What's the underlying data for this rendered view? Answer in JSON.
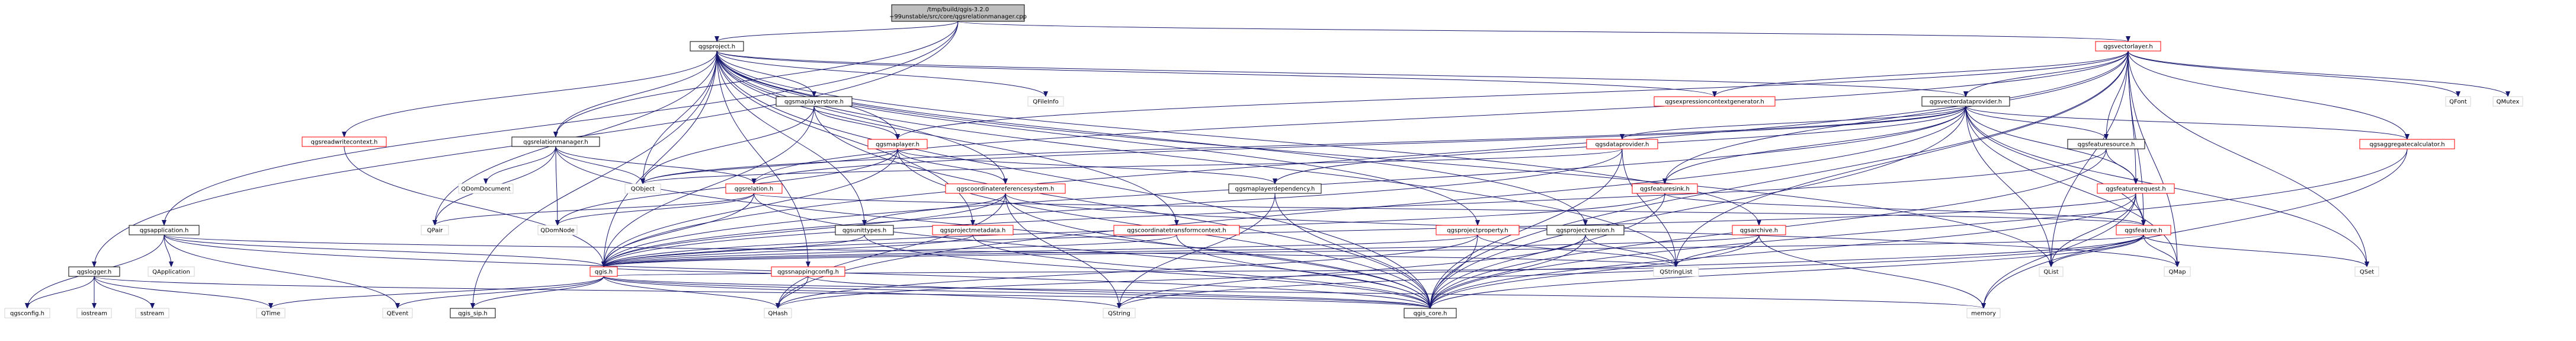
{
  "diagram": {
    "title": "",
    "colors": {
      "edge": "#191970",
      "root_fill": "#bfbfbf",
      "root_border": "#000000",
      "doc_border": "#ff0000",
      "doc_fill": "#ffffff",
      "file_border": "#000000",
      "external_border": "#d3d3d3",
      "text": "#000000"
    },
    "nodes": [
      {
        "id": "root",
        "kind": "root",
        "lines": [
          "/tmp/build/qgis-3.2.0",
          "+99unstable/src/core/qgsrelationmanager.cpp"
        ]
      },
      {
        "id": "qgsproject_h",
        "kind": "file",
        "lines": [
          "qgsproject.h"
        ]
      },
      {
        "id": "qgsvectorlayer_h",
        "kind": "doc",
        "lines": [
          "qgsvectorlayer.h"
        ]
      },
      {
        "id": "qgsrelationmanager_h",
        "kind": "file",
        "lines": [
          "qgsrelationmanager.h"
        ]
      },
      {
        "id": "qgsapplication_h",
        "kind": "file",
        "lines": [
          "qgsapplication.h"
        ]
      },
      {
        "id": "qgslogger_h",
        "kind": "file",
        "lines": [
          "qgslogger.h"
        ]
      },
      {
        "id": "qgsreadwritecontext_h",
        "kind": "doc",
        "lines": [
          "qgsreadwritecontext.h"
        ]
      },
      {
        "id": "qgsmaplayerstore_h",
        "kind": "file",
        "lines": [
          "qgsmaplayerstore.h"
        ]
      },
      {
        "id": "qfileinfo",
        "kind": "external",
        "lines": [
          "QFileInfo"
        ]
      },
      {
        "id": "qgsexpressioncontextgenerator_h",
        "kind": "doc",
        "lines": [
          "qgsexpressioncontextgenerator.h"
        ]
      },
      {
        "id": "qgsvectordataprovider_h",
        "kind": "file",
        "lines": [
          "qgsvectordataprovider.h"
        ]
      },
      {
        "id": "qfont",
        "kind": "external",
        "lines": [
          "QFont"
        ]
      },
      {
        "id": "qmutex",
        "kind": "external",
        "lines": [
          "QMutex"
        ]
      },
      {
        "id": "qgsmaplayer_h",
        "kind": "doc",
        "lines": [
          "qgsmaplayer.h"
        ]
      },
      {
        "id": "qgsdataprovider_h",
        "kind": "doc",
        "lines": [
          "qgsdataprovider.h"
        ]
      },
      {
        "id": "qgsfeaturesource_h",
        "kind": "file",
        "lines": [
          "qgsfeaturesource.h"
        ]
      },
      {
        "id": "qgsaggregatecalculator_h",
        "kind": "doc",
        "lines": [
          "qgsaggregatecalculator.h"
        ]
      },
      {
        "id": "qgsrelation_h",
        "kind": "doc",
        "lines": [
          "qgsrelation.h"
        ]
      },
      {
        "id": "qgscoordinatereferencesystem_h",
        "kind": "doc",
        "lines": [
          "qgscoordinatereferencesystem.h"
        ]
      },
      {
        "id": "qgsmaplayerdependency_h",
        "kind": "file",
        "lines": [
          "qgsmaplayerdependency.h"
        ]
      },
      {
        "id": "qgsfeaturesink_h",
        "kind": "doc",
        "lines": [
          "qgsfeaturesink.h"
        ]
      },
      {
        "id": "qgsfeaturerequest_h",
        "kind": "doc",
        "lines": [
          "qgsfeaturerequest.h"
        ]
      },
      {
        "id": "qdomdocument",
        "kind": "external",
        "lines": [
          "QDomDocument"
        ]
      },
      {
        "id": "qobject",
        "kind": "external",
        "lines": [
          "QObject"
        ]
      },
      {
        "id": "qpair",
        "kind": "external",
        "lines": [
          "QPair"
        ]
      },
      {
        "id": "qdomnode",
        "kind": "external",
        "lines": [
          "QDomNode"
        ]
      },
      {
        "id": "qgsunittypes_h",
        "kind": "file",
        "lines": [
          "qgsunittypes.h"
        ]
      },
      {
        "id": "qgsprojectmetadata_h",
        "kind": "doc",
        "lines": [
          "qgsprojectmetadata.h"
        ]
      },
      {
        "id": "qgscoordinatetransformcontext_h",
        "kind": "doc",
        "lines": [
          "qgscoordinatetransformcontext.h"
        ]
      },
      {
        "id": "qgsprojectproperty_h",
        "kind": "doc",
        "lines": [
          "qgsprojectproperty.h"
        ]
      },
      {
        "id": "qgsprojectversion_h",
        "kind": "file",
        "lines": [
          "qgsprojectversion.h"
        ]
      },
      {
        "id": "qgsarchive_h",
        "kind": "doc",
        "lines": [
          "qgsarchive.h"
        ]
      },
      {
        "id": "qgsfeature_h",
        "kind": "doc",
        "lines": [
          "qgsfeature.h"
        ]
      },
      {
        "id": "qapplication",
        "kind": "external",
        "lines": [
          "QApplication"
        ]
      },
      {
        "id": "qgis_h",
        "kind": "doc",
        "lines": [
          "qgis.h"
        ]
      },
      {
        "id": "qgssnappingconfig_h",
        "kind": "doc",
        "lines": [
          "qgssnappingconfig.h"
        ]
      },
      {
        "id": "qstringlist",
        "kind": "external",
        "lines": [
          "QStringList"
        ]
      },
      {
        "id": "qlist",
        "kind": "external",
        "lines": [
          "QList"
        ]
      },
      {
        "id": "qmap",
        "kind": "external",
        "lines": [
          "QMap"
        ]
      },
      {
        "id": "qset",
        "kind": "external",
        "lines": [
          "QSet"
        ]
      },
      {
        "id": "qgsconfig_h",
        "kind": "external",
        "lines": [
          "qgsconfig.h"
        ]
      },
      {
        "id": "iostream",
        "kind": "external",
        "lines": [
          "iostream"
        ]
      },
      {
        "id": "sstream",
        "kind": "external",
        "lines": [
          "sstream"
        ]
      },
      {
        "id": "qtime",
        "kind": "external",
        "lines": [
          "QTime"
        ]
      },
      {
        "id": "qevent",
        "kind": "external",
        "lines": [
          "QEvent"
        ]
      },
      {
        "id": "qgis_sip_h",
        "kind": "file",
        "lines": [
          "qgis_sip.h"
        ]
      },
      {
        "id": "qhash",
        "kind": "external",
        "lines": [
          "QHash"
        ]
      },
      {
        "id": "qstring",
        "kind": "external",
        "lines": [
          "QString"
        ]
      },
      {
        "id": "qgis_core_h",
        "kind": "file",
        "lines": [
          "qgis_core.h"
        ]
      },
      {
        "id": "memory",
        "kind": "external",
        "lines": [
          "memory"
        ]
      }
    ],
    "edges": [
      [
        "root",
        "qgsproject_h"
      ],
      [
        "root",
        "qgsvectorlayer_h"
      ],
      [
        "root",
        "qgsrelationmanager_h"
      ],
      [
        "root",
        "qgsapplication_h"
      ],
      [
        "root",
        "qgslogger_h"
      ],
      [
        "qgsproject_h",
        "qgsreadwritecontext_h"
      ],
      [
        "qgsproject_h",
        "qgsmaplayerstore_h"
      ],
      [
        "qgsproject_h",
        "qfileinfo"
      ],
      [
        "qgsproject_h",
        "qgsexpressioncontextgenerator_h"
      ],
      [
        "qgsproject_h",
        "qgsvectordataprovider_h"
      ],
      [
        "qgsproject_h",
        "qgsmaplayer_h"
      ],
      [
        "qgsproject_h",
        "qgsrelationmanager_h"
      ],
      [
        "qgsproject_h",
        "qgscoordinatereferencesystem_h"
      ],
      [
        "qgsproject_h",
        "qgsprojectmetadata_h"
      ],
      [
        "qgsproject_h",
        "qgscoordinatetransformcontext_h"
      ],
      [
        "qgsproject_h",
        "qgsprojectproperty_h"
      ],
      [
        "qgsproject_h",
        "qgsprojectversion_h"
      ],
      [
        "qgsproject_h",
        "qgsarchive_h"
      ],
      [
        "qgsproject_h",
        "qgssnappingconfig_h"
      ],
      [
        "qgsproject_h",
        "qgsunittypes_h"
      ],
      [
        "qgsproject_h",
        "qobject"
      ],
      [
        "qgsproject_h",
        "qpair"
      ],
      [
        "qgsproject_h",
        "qgis_h"
      ],
      [
        "qgsproject_h",
        "qstringlist"
      ],
      [
        "qgsproject_h",
        "qlist"
      ],
      [
        "qgsproject_h",
        "qgis_core_h"
      ],
      [
        "qgsproject_h",
        "qgis_sip_h"
      ],
      [
        "qgsvectorlayer_h",
        "qgsexpressioncontextgenerator_h"
      ],
      [
        "qgsvectorlayer_h",
        "qgsvectordataprovider_h"
      ],
      [
        "qgsvectorlayer_h",
        "qfont"
      ],
      [
        "qgsvectorlayer_h",
        "qmutex"
      ],
      [
        "qgsvectorlayer_h",
        "qgsmaplayer_h"
      ],
      [
        "qgsvectorlayer_h",
        "qgsfeaturesource_h"
      ],
      [
        "qgsvectorlayer_h",
        "qgsaggregatecalculator_h"
      ],
      [
        "qgsvectorlayer_h",
        "qgsfeaturerequest_h"
      ],
      [
        "qgsvectorlayer_h",
        "qgsfeature_h"
      ],
      [
        "qgsvectorlayer_h",
        "qgsrelation_h"
      ],
      [
        "qgsvectorlayer_h",
        "qgis_h"
      ],
      [
        "qgsvectorlayer_h",
        "qset"
      ],
      [
        "qgsvectorlayer_h",
        "qlist"
      ],
      [
        "qgsvectorlayer_h",
        "qmap"
      ],
      [
        "qgsvectorlayer_h",
        "qstringlist"
      ],
      [
        "qgsvectorlayer_h",
        "qgis_core_h"
      ],
      [
        "qgsvectorlayer_h",
        "qgsfeaturesink_h"
      ],
      [
        "qgsrelationmanager_h",
        "qdomdocument"
      ],
      [
        "qgsrelationmanager_h",
        "qobject"
      ],
      [
        "qgsrelationmanager_h",
        "qpair"
      ],
      [
        "qgsrelationmanager_h",
        "qdomnode"
      ],
      [
        "qgsrelationmanager_h",
        "qgsrelation_h"
      ],
      [
        "qgsrelationmanager_h",
        "qgis_core_h"
      ],
      [
        "qgsapplication_h",
        "qapplication"
      ],
      [
        "qgsapplication_h",
        "qevent"
      ],
      [
        "qgsapplication_h",
        "qstringlist"
      ],
      [
        "qgsapplication_h",
        "qgis_h"
      ],
      [
        "qgsapplication_h",
        "qgsconfig_h"
      ],
      [
        "qgsapplication_h",
        "qgis_core_h"
      ],
      [
        "qgslogger_h",
        "iostream"
      ],
      [
        "qgslogger_h",
        "sstream"
      ],
      [
        "qgslogger_h",
        "qtime"
      ],
      [
        "qgslogger_h",
        "qgsconfig_h"
      ],
      [
        "qgslogger_h",
        "qgis_core_h"
      ],
      [
        "qgsreadwritecontext_h",
        "qgis_h"
      ],
      [
        "qgsmaplayerstore_h",
        "qgsmaplayer_h"
      ],
      [
        "qgsmaplayerstore_h",
        "qobject"
      ],
      [
        "qgsmaplayerstore_h",
        "qgis_core_h"
      ],
      [
        "qgsmaplayerstore_h",
        "qgis_h"
      ],
      [
        "qgsvectordataprovider_h",
        "qgsdataprovider_h"
      ],
      [
        "qgsvectordataprovider_h",
        "qgsfeaturesource_h"
      ],
      [
        "qgsvectordataprovider_h",
        "qgsaggregatecalculator_h"
      ],
      [
        "qgsvectordataprovider_h",
        "qgsfeaturesink_h"
      ],
      [
        "qgsvectordataprovider_h",
        "qgsfeature_h"
      ],
      [
        "qgsvectordataprovider_h",
        "qgsmaplayerdependency_h"
      ],
      [
        "qgsvectordataprovider_h",
        "qgsrelation_h"
      ],
      [
        "qgsvectordataprovider_h",
        "qobject"
      ],
      [
        "qgsvectordataprovider_h",
        "qlist"
      ],
      [
        "qgsvectordataprovider_h",
        "qset"
      ],
      [
        "qgsvectordataprovider_h",
        "qmap"
      ],
      [
        "qgsvectordataprovider_h",
        "qhash"
      ],
      [
        "qgsvectordataprovider_h",
        "qgis_core_h"
      ],
      [
        "qgsvectordataprovider_h",
        "qgis_h"
      ],
      [
        "qgsvectordataprovider_h",
        "qgsfeaturerequest_h"
      ],
      [
        "qgsmaplayer_h",
        "qgscoordinatereferencesystem_h"
      ],
      [
        "qgsmaplayer_h",
        "qgsmaplayerdependency_h"
      ],
      [
        "qgsmaplayer_h",
        "qobject"
      ],
      [
        "qgsmaplayer_h",
        "qgis_core_h"
      ],
      [
        "qgsmaplayer_h",
        "qgis_h"
      ],
      [
        "qgsmaplayer_h",
        "qdomnode"
      ],
      [
        "qgsdataprovider_h",
        "qgis_core_h"
      ],
      [
        "qgsdataprovider_h",
        "qobject"
      ],
      [
        "qgsdataprovider_h",
        "qstringlist"
      ],
      [
        "qgsdataprovider_h",
        "qgis_h"
      ],
      [
        "qgsfeaturesource_h",
        "qgsfeaturerequest_h"
      ],
      [
        "qgsfeaturesource_h",
        "qgis_core_h"
      ],
      [
        "qgsfeaturesource_h",
        "qgis_h"
      ],
      [
        "qgsaggregatecalculator_h",
        "qgis_core_h"
      ],
      [
        "qgsaggregatecalculator_h",
        "memory"
      ],
      [
        "qgsrelation_h",
        "qgis_h"
      ],
      [
        "qgsrelation_h",
        "qdomnode"
      ],
      [
        "qgsrelation_h",
        "qpair"
      ],
      [
        "qgsrelation_h",
        "qgis_core_h"
      ],
      [
        "qgsrelation_h",
        "qgsfeature_h"
      ],
      [
        "qgscoordinatereferencesystem_h",
        "qgsunittypes_h"
      ],
      [
        "qgscoordinatereferencesystem_h",
        "qgis_h"
      ],
      [
        "qgscoordinatereferencesystem_h",
        "qhash"
      ],
      [
        "qgscoordinatereferencesystem_h",
        "qstring"
      ],
      [
        "qgscoordinatereferencesystem_h",
        "qgis_core_h"
      ],
      [
        "qgscoordinatereferencesystem_h",
        "qmap"
      ],
      [
        "qgsmaplayerdependency_h",
        "qgis_core_h"
      ],
      [
        "qgsmaplayerdependency_h",
        "qstring"
      ],
      [
        "qgsfeaturesink_h",
        "qgsfeature_h"
      ],
      [
        "qgsfeaturesink_h",
        "qgis_core_h"
      ],
      [
        "qgsfeaturesink_h",
        "qgis_h"
      ],
      [
        "qgsfeaturerequest_h",
        "qgsfeature_h"
      ],
      [
        "qgsfeaturerequest_h",
        "qlist"
      ],
      [
        "qgsfeaturerequest_h",
        "qgis_core_h"
      ],
      [
        "qgsfeaturerequest_h",
        "qgis_h"
      ],
      [
        "qgsfeaturerequest_h",
        "memory"
      ],
      [
        "qgsunittypes_h",
        "qgis_h"
      ],
      [
        "qgsunittypes_h",
        "qgis_core_h"
      ],
      [
        "qgsprojectmetadata_h",
        "qgis_h"
      ],
      [
        "qgsprojectmetadata_h",
        "qgis_core_h"
      ],
      [
        "qgscoordinatetransformcontext_h",
        "qgis_core_h"
      ],
      [
        "qgscoordinatetransformcontext_h",
        "qgis_h"
      ],
      [
        "qgsprojectproperty_h",
        "qgis_h"
      ],
      [
        "qgsprojectproperty_h",
        "qgis_core_h"
      ],
      [
        "qgsprojectproperty_h",
        "qhash"
      ],
      [
        "qgsprojectproperty_h",
        "qstringlist"
      ],
      [
        "qgsprojectversion_h",
        "qstring"
      ],
      [
        "qgsprojectversion_h",
        "qstringlist"
      ],
      [
        "qgsprojectversion_h",
        "qgis_core_h"
      ],
      [
        "qgsarchive_h",
        "qgis_core_h"
      ],
      [
        "qgsarchive_h",
        "qstringlist"
      ],
      [
        "qgsarchive_h",
        "memory"
      ],
      [
        "qgsarchive_h",
        "qgis_h"
      ],
      [
        "qgsfeature_h",
        "qgis_h"
      ],
      [
        "qgsfeature_h",
        "qgis_core_h"
      ],
      [
        "qgsfeature_h",
        "qlist"
      ],
      [
        "qgsfeature_h",
        "qmap"
      ],
      [
        "qgsfeature_h",
        "qset"
      ],
      [
        "qgsfeature_h",
        "qstring"
      ],
      [
        "qgsfeature_h",
        "qhash"
      ],
      [
        "qgis_h",
        "qtime"
      ],
      [
        "qgis_h",
        "qevent"
      ],
      [
        "qgis_h",
        "qgis_sip_h"
      ],
      [
        "qgis_h",
        "qhash"
      ],
      [
        "qgis_h",
        "qstring"
      ],
      [
        "qgis_h",
        "qgis_core_h"
      ],
      [
        "qgis_h",
        "memory"
      ],
      [
        "qgis_h",
        "qstringlist"
      ],
      [
        "qgssnappingconfig_h",
        "qgis_h"
      ],
      [
        "qgssnappingconfig_h",
        "qgis_core_h"
      ],
      [
        "qgssnappingconfig_h",
        "qhash"
      ]
    ]
  }
}
